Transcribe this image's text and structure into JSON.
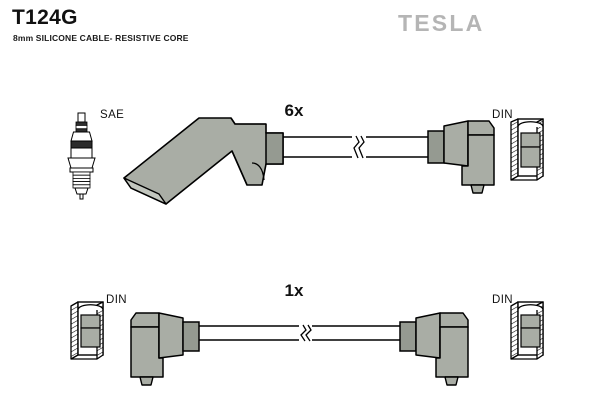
{
  "header": {
    "part_number": "T124G",
    "description": "8mm SILICONE CABLE- RESISTIVE CORE",
    "brand": "TESLA"
  },
  "colors": {
    "connector_fill": "#a9ada5",
    "connector_fill_dark": "#959a91",
    "connector_fill_light": "#c2c6be",
    "outline": "#000000",
    "brand_gray": "#b5b5b5",
    "background": "#ffffff",
    "text": "#111111"
  },
  "assemblies": [
    {
      "id": "upper-cable-set",
      "quantity_label": "6x",
      "left_terminal_label": "SAE",
      "left_terminal_type": "spark-plug-boot-angled",
      "right_terminal_label": "DIN",
      "right_terminal_type": "right-angle-connector",
      "has_cable_break": true
    },
    {
      "id": "lower-cable-set",
      "quantity_label": "1x",
      "left_terminal_label": "DIN",
      "left_terminal_type": "right-angle-connector",
      "right_terminal_label": "DIN",
      "right_terminal_type": "right-angle-connector",
      "has_cable_break": true
    }
  ],
  "icons": {
    "spark_plug": "spark-plug-icon",
    "din_socket": "din-terminal-socket-icon",
    "cable_break": "cable-break-symbol-icon"
  }
}
